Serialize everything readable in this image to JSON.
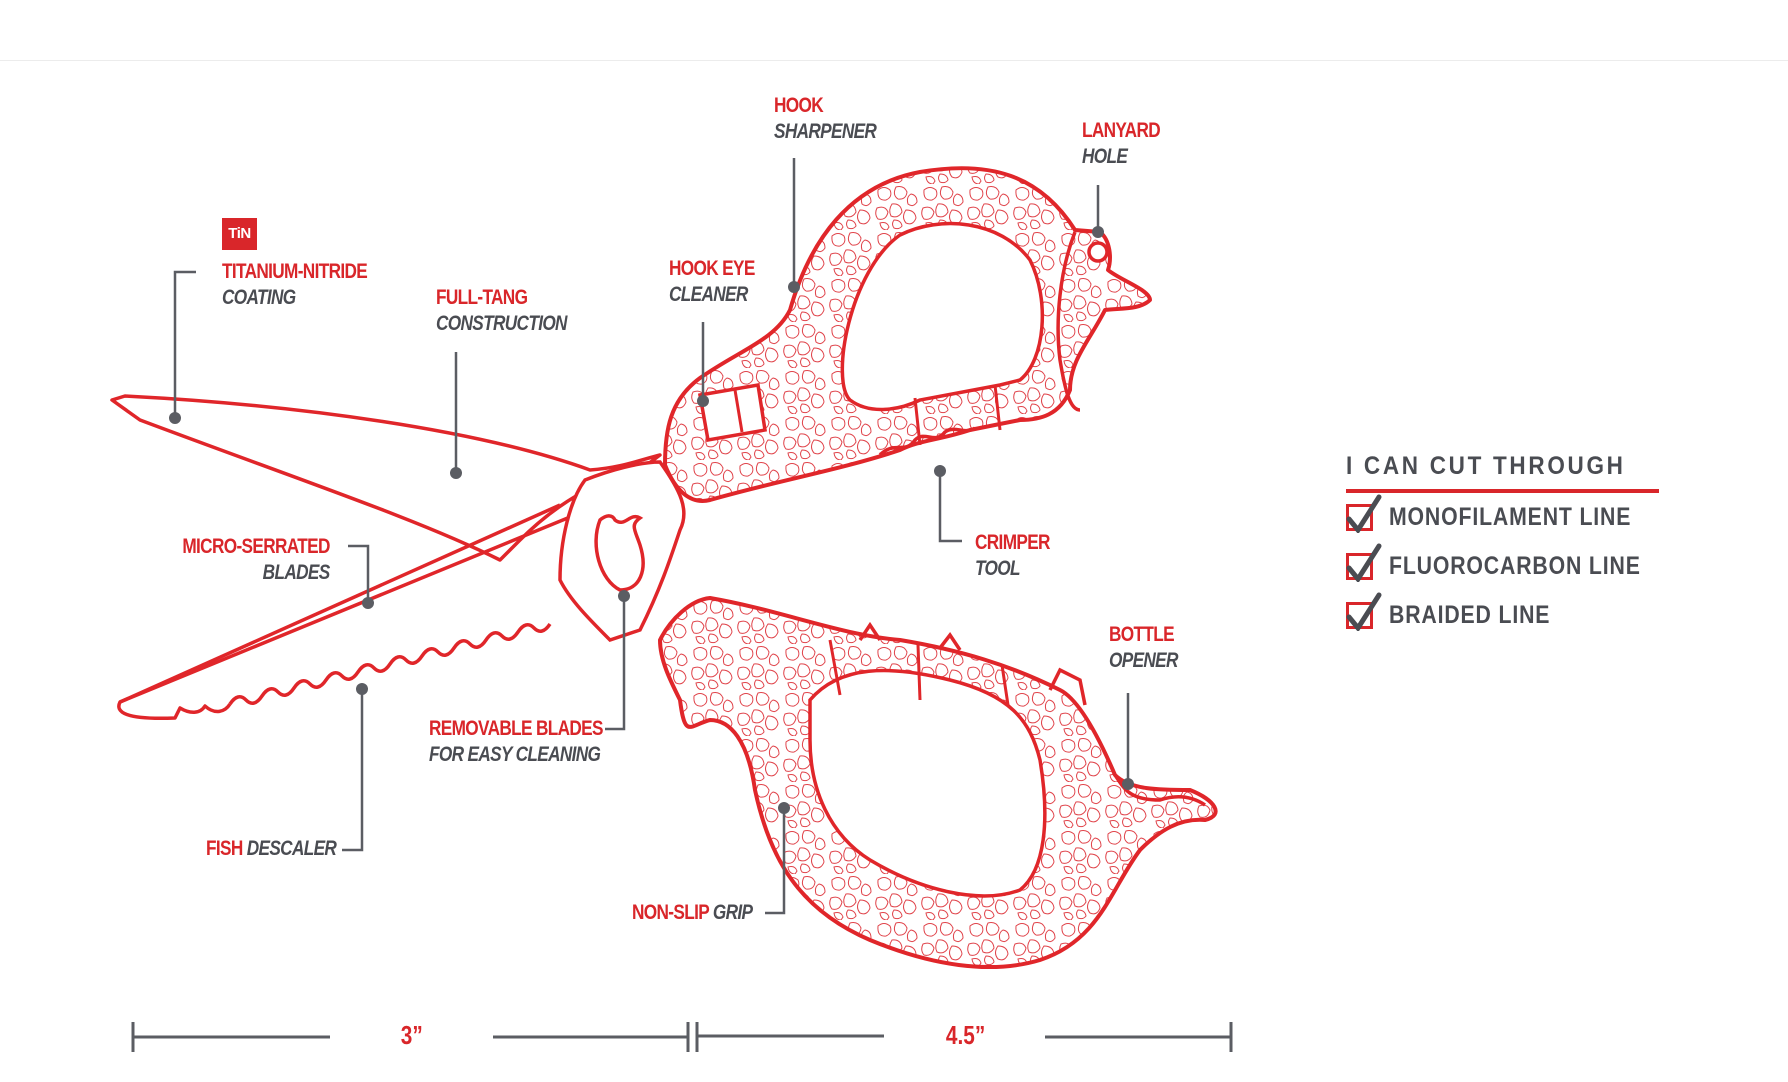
{
  "callouts": {
    "titanium": {
      "badge": "TiN",
      "primary": "TITANIUM-NITRIDE",
      "secondary": "COATING"
    },
    "full_tang": {
      "primary": "FULL-TANG",
      "secondary": "CONSTRUCTION"
    },
    "hook_sharpener": {
      "primary": "HOOK",
      "secondary": "SHARPENER"
    },
    "hook_eye": {
      "primary": "HOOK EYE",
      "secondary": "CLEANER"
    },
    "lanyard": {
      "primary": "LANYARD",
      "secondary": "HOLE"
    },
    "micro_serrated": {
      "primary": "MICRO-SERRATED",
      "secondary": "BLADES"
    },
    "crimper": {
      "primary": "CRIMPER",
      "secondary": "TOOL"
    },
    "bottle": {
      "primary": "BOTTLE",
      "secondary": "OPENER"
    },
    "removable": {
      "primary": "REMOVABLE BLADES",
      "secondary": "FOR EASY CLEANING"
    },
    "fish": {
      "primary": "FISH",
      "secondary": "DESCALER"
    },
    "grip": {
      "primary": "NON-SLIP",
      "secondary": "GRIP"
    }
  },
  "cut_panel": {
    "title": "I CAN CUT THROUGH",
    "items": [
      {
        "label": "MONOFILAMENT LINE",
        "checked": true
      },
      {
        "label": "FLUOROCARBON LINE",
        "checked": true
      },
      {
        "label": "BRAIDED LINE",
        "checked": true
      }
    ]
  },
  "dimensions": {
    "blade_length": "3”",
    "handle_length": "4.5”"
  },
  "colors": {
    "accent_red": "#d9262a",
    "text_grey": "#4a4c52"
  }
}
